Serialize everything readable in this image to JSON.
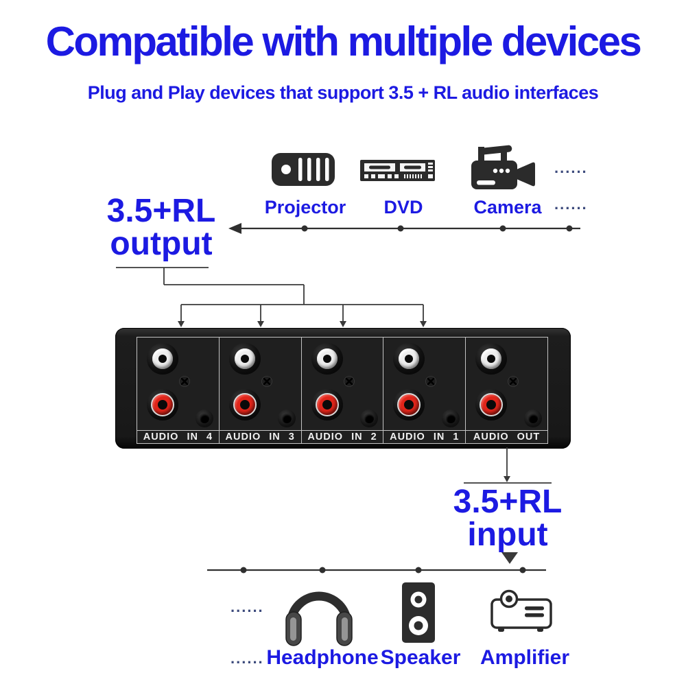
{
  "colors": {
    "accent_blue": "#1c1ae2",
    "dots_navy": "#3c4a7c",
    "line_dark": "#2f2f2f",
    "device_body": "#1d1d1d",
    "rca_red": "#e0251a"
  },
  "header": {
    "title": "Compatible with multiple devices",
    "subtitle": "Plug and Play devices that support 3.5 + RL audio interfaces"
  },
  "top_devices": {
    "items": [
      {
        "label": "Projector",
        "icon": "projector-icon"
      },
      {
        "label": "DVD",
        "icon": "dvd-player-icon"
      },
      {
        "label": "Camera",
        "icon": "video-camera-icon"
      }
    ],
    "ellipsis": "......"
  },
  "output_label": {
    "line1": "3.5+RL",
    "line2": "output"
  },
  "device_panel": {
    "port_labels": [
      "AUDIO IN 4",
      "AUDIO IN 3",
      "AUDIO IN 2",
      "AUDIO IN 1",
      "AUDIO OUT"
    ],
    "ports_per_section": [
      "rca-white",
      "rca-red",
      "jack-3.5mm"
    ]
  },
  "input_label": {
    "line1": "3.5+RL",
    "line2": "input"
  },
  "bottom_devices": {
    "items": [
      {
        "label": "Headphone",
        "icon": "headphone-icon"
      },
      {
        "label": "Speaker",
        "icon": "speaker-icon"
      },
      {
        "label": "Amplifier",
        "icon": "amplifier-icon"
      }
    ],
    "ellipsis": "......"
  }
}
